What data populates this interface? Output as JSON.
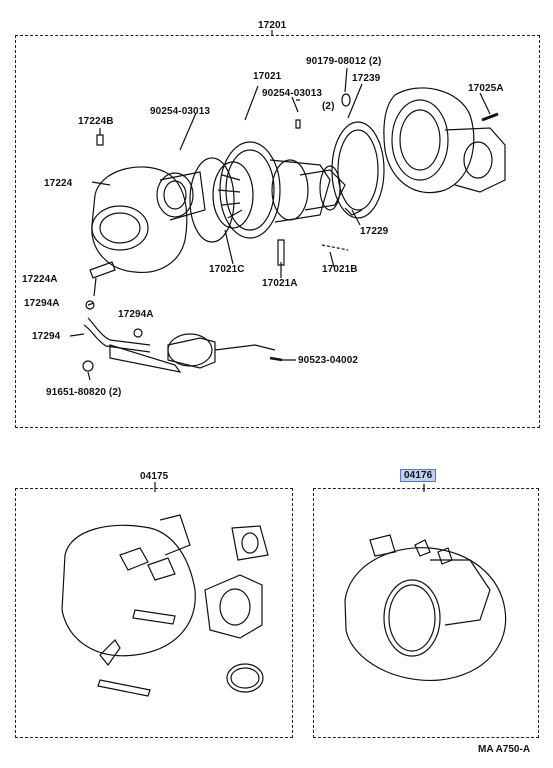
{
  "diagram": {
    "main": {
      "group_label": "17201",
      "labels": {
        "p17021": "17021",
        "p90179": "90179-08012 (2)",
        "p17239": "17239",
        "p17025A": "17025A",
        "p17224B": "17224B",
        "p90254a": "90254-03013",
        "p90254b": "90254-03013",
        "qty2": "(2)",
        "p17224": "17224",
        "p17229": "17229",
        "p17021C": "17021C",
        "p17021B": "17021B",
        "p17224A": "17224A",
        "p17021A": "17021A",
        "p17294Aa": "17294A",
        "p17294Ab": "17294A",
        "p17294": "17294",
        "p90523": "90523-04002",
        "p91651": "91651-80820 (2)"
      }
    },
    "kit1": {
      "label": "04175"
    },
    "kit2": {
      "label": "04176",
      "highlight": "#bcd0f0"
    },
    "ref_code": "MA A750-A"
  }
}
